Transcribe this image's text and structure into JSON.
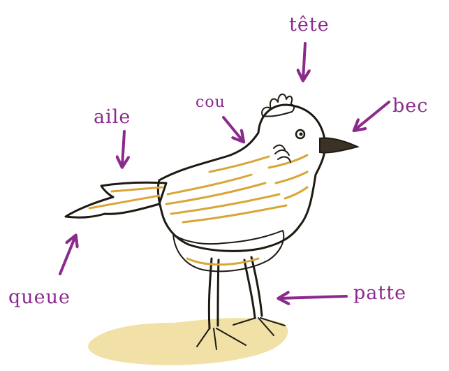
{
  "colors": {
    "label_ink": "#8b2a8c",
    "outline_ink": "#1e1a12",
    "body_fill": "#f5e79a",
    "belly_fill": "#f8efb8",
    "shading": "#d9a636",
    "ground_shadow": "#f1e1a6"
  },
  "labels": {
    "tete": "tête",
    "bec": "bec",
    "cou": "cou",
    "aile": "aile",
    "queue": "queue",
    "patte": "patte"
  }
}
